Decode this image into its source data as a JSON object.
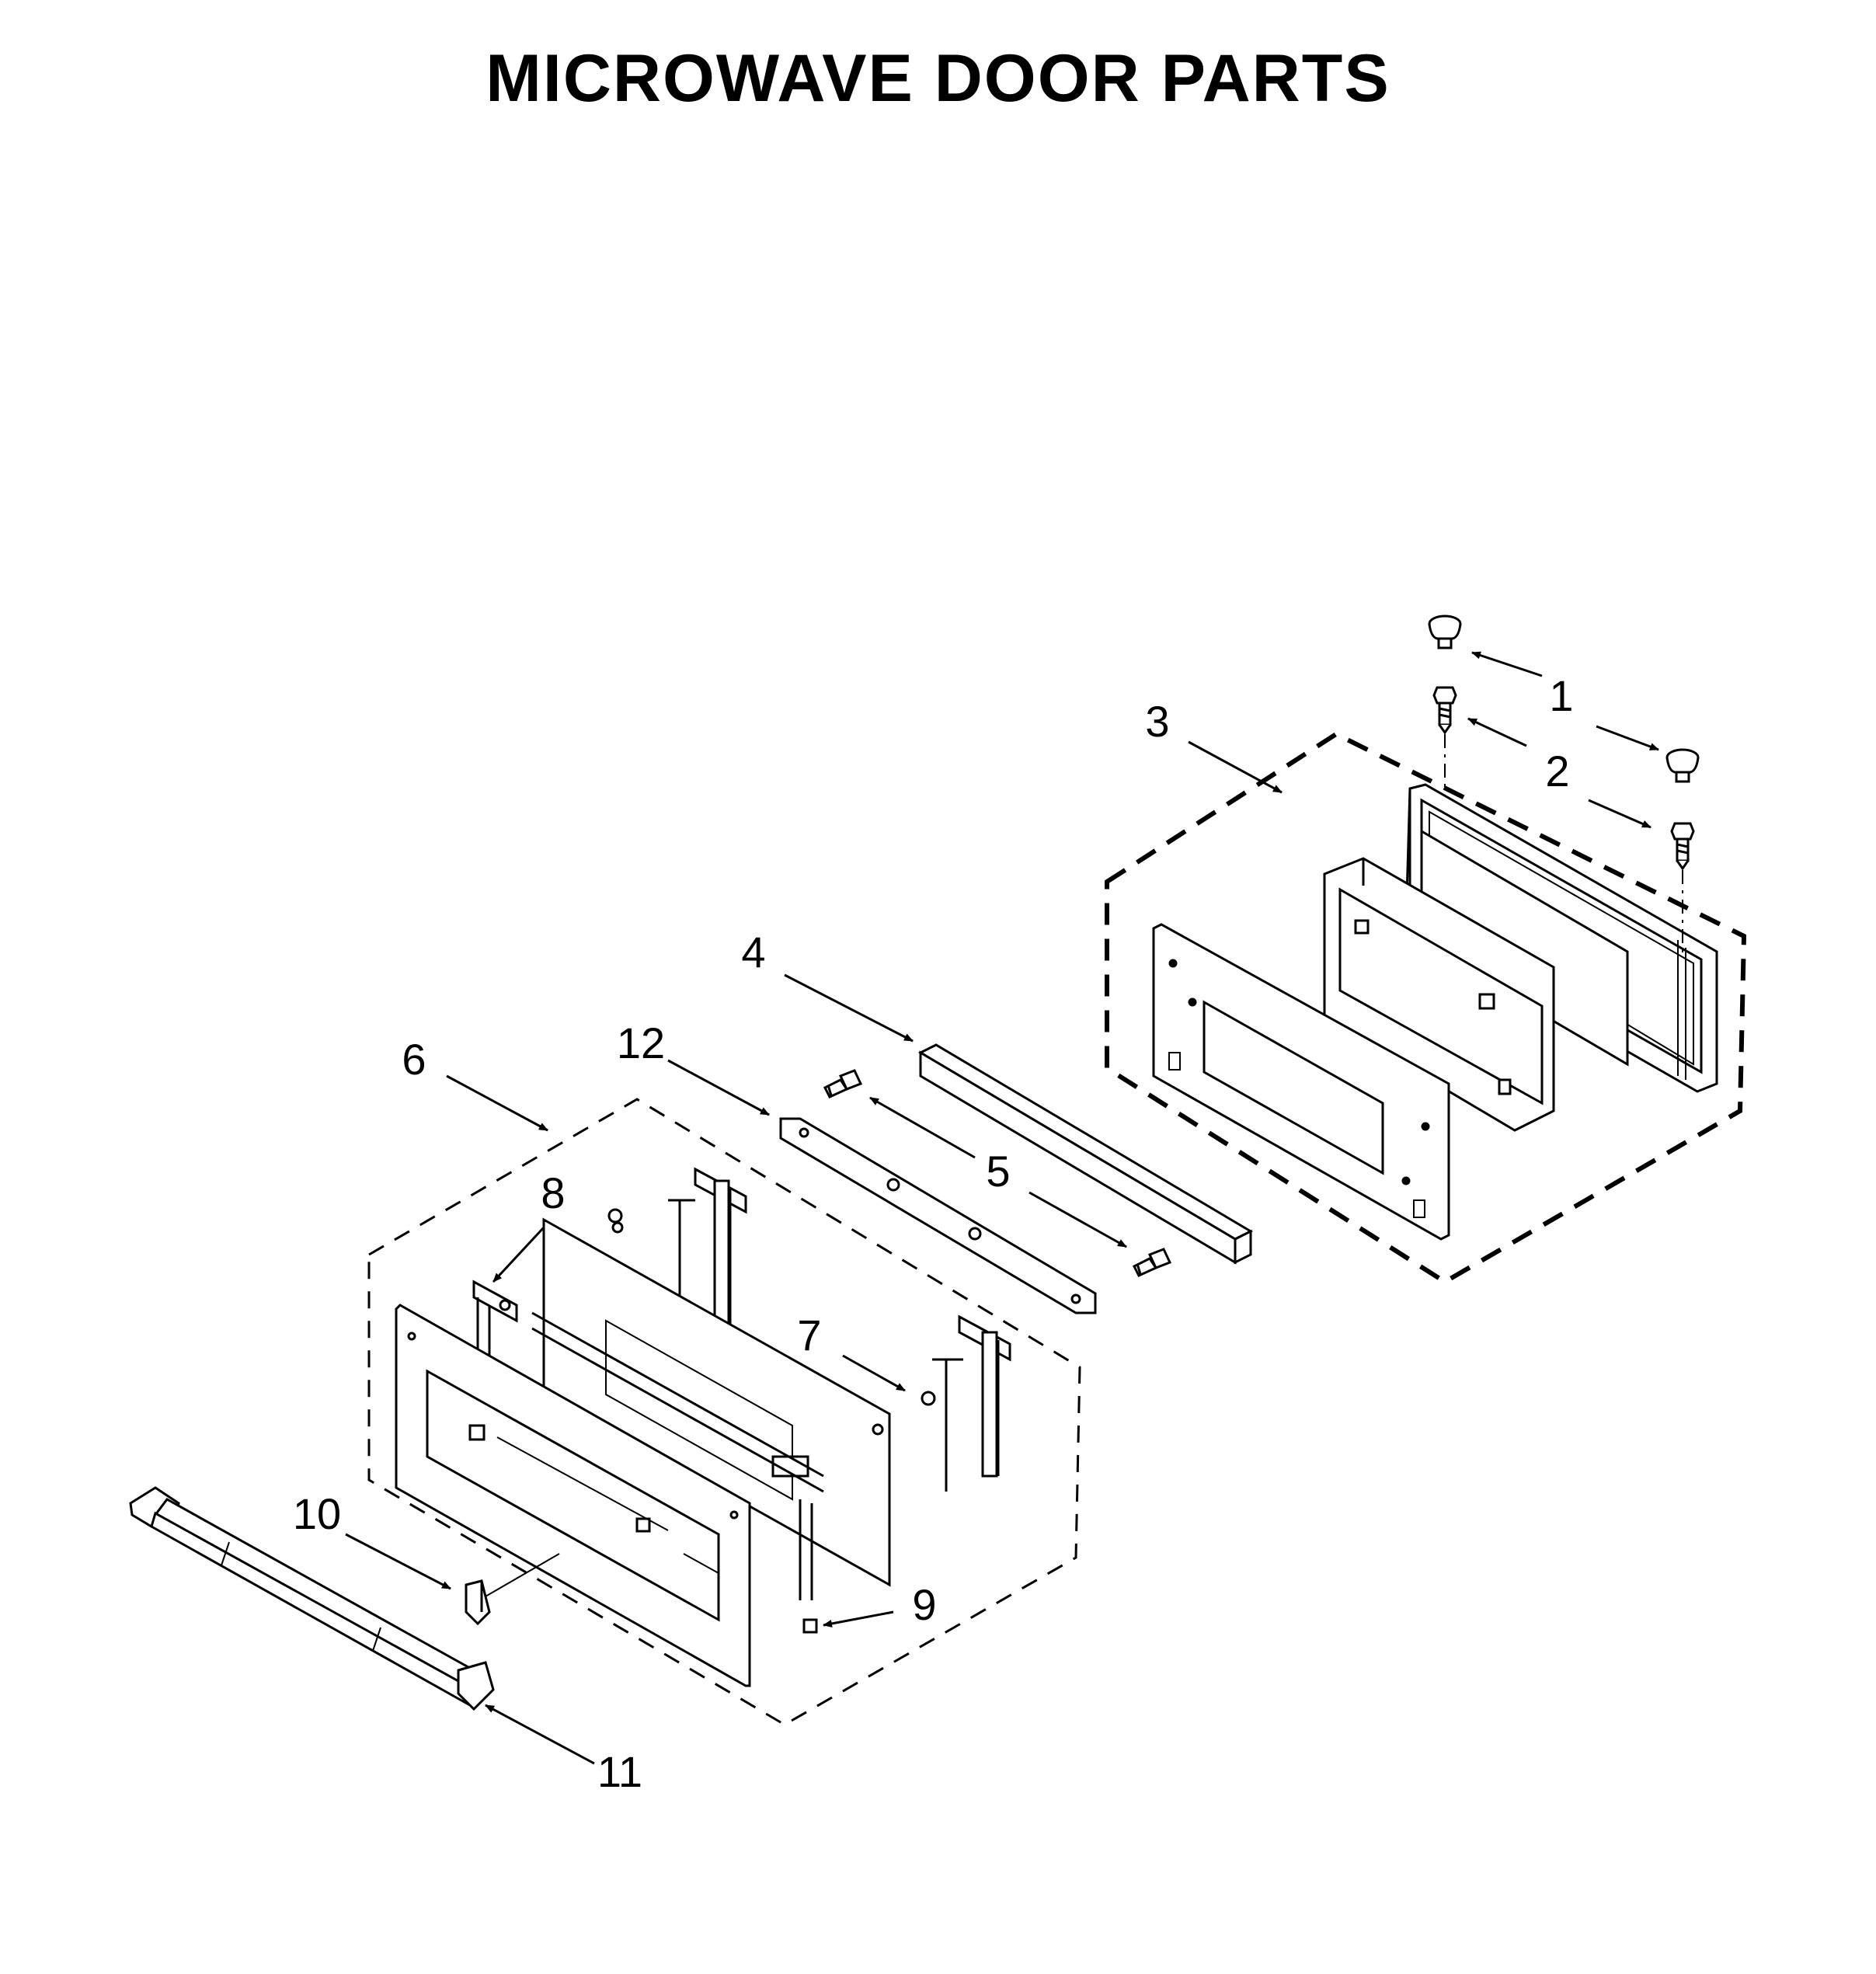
{
  "title": "MICROWAVE DOOR PARTS",
  "callouts": {
    "c1": "1",
    "c2": "2",
    "c3": "3",
    "c4": "4",
    "c5": "5",
    "c6": "6",
    "c7": "7",
    "c8": "8",
    "c9": "9",
    "c10": "10",
    "c11": "11",
    "c12": "12"
  },
  "colors": {
    "ink": "#000000",
    "paper": "#ffffff",
    "shade": "#d9d9d9"
  }
}
